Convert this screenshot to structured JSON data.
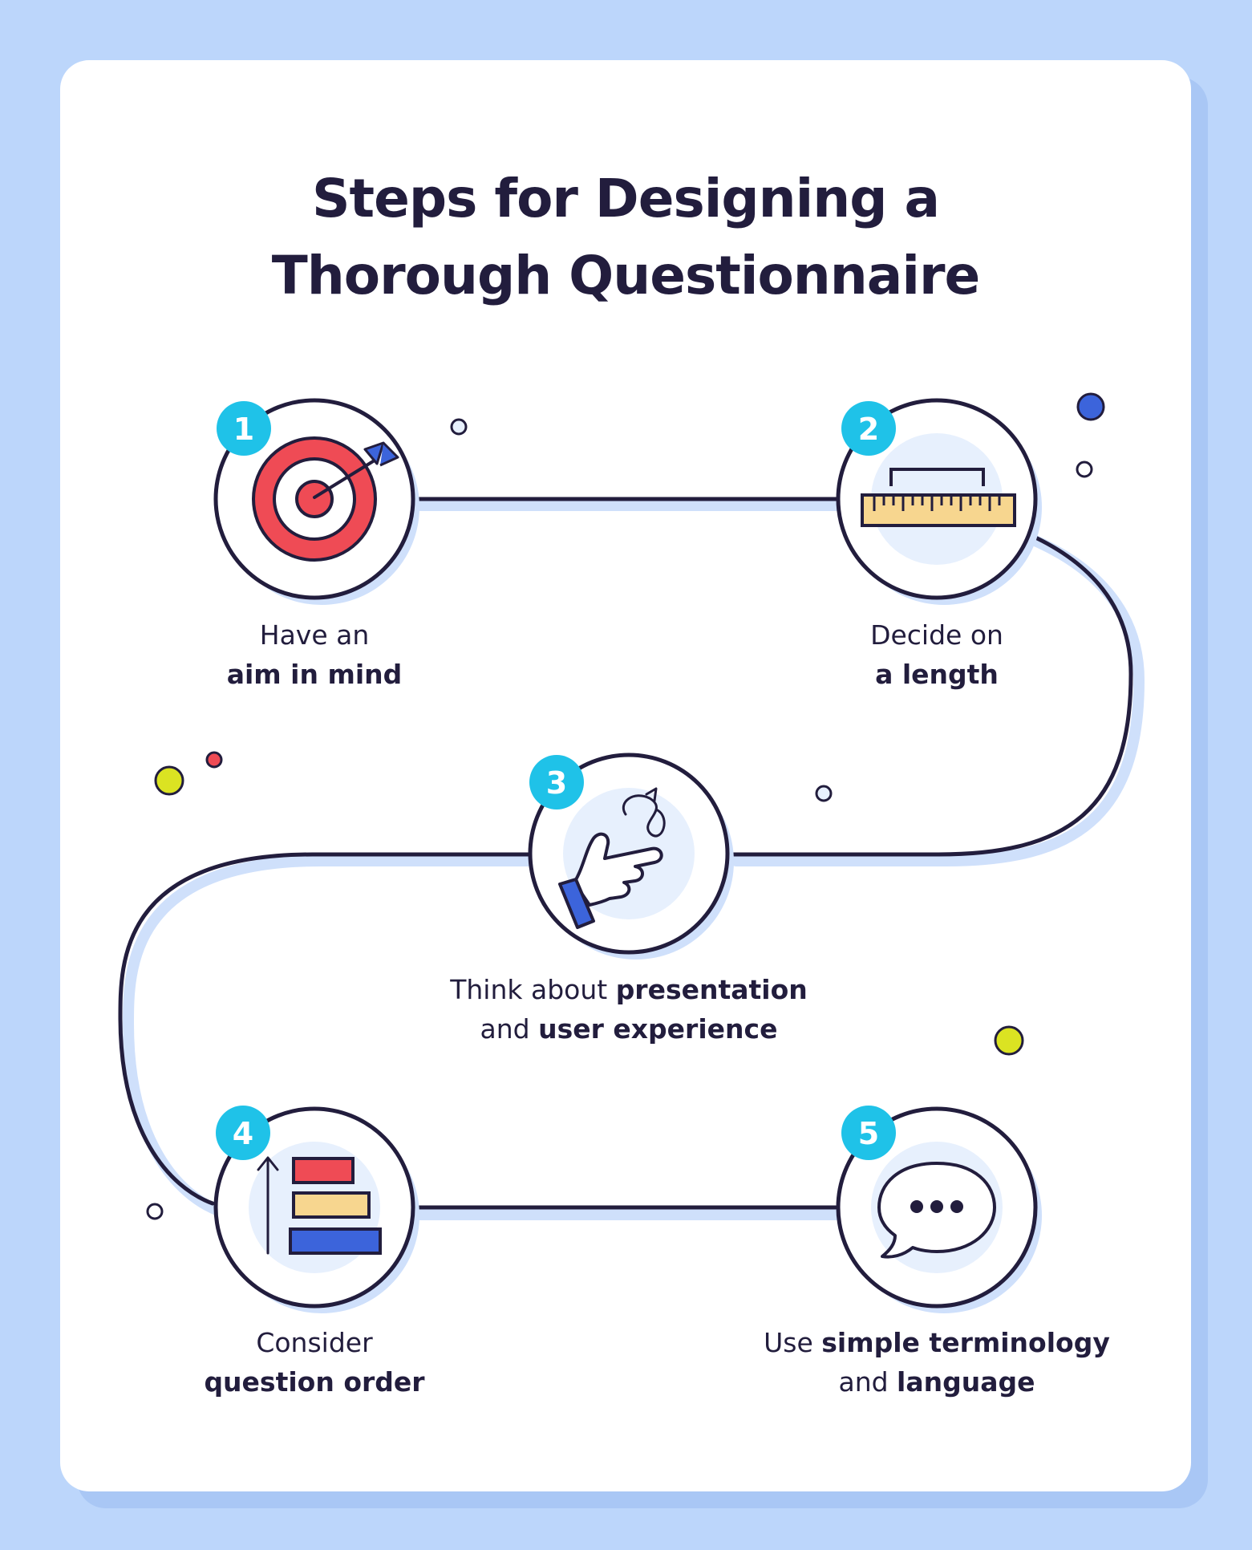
{
  "title": {
    "line1": "Steps for Designing a",
    "line2": "Thorough Questionnaire"
  },
  "steps": [
    {
      "number": "1",
      "icon": "target-icon",
      "line1_plain": "Have an",
      "line1_bold": "",
      "line2_plain": "",
      "line2_bold": "aim in mind"
    },
    {
      "number": "2",
      "icon": "ruler-icon",
      "line1_plain": "Decide on",
      "line1_bold": "",
      "line2_plain": "",
      "line2_bold": "a length"
    },
    {
      "number": "3",
      "icon": "pointing-hand-icon",
      "line1_plain": "Think about ",
      "line1_bold": "presentation",
      "line2_plain": "and ",
      "line2_bold": "user experience"
    },
    {
      "number": "4",
      "icon": "ordered-bars-icon",
      "line1_plain": "Consider",
      "line1_bold": "",
      "line2_plain": "",
      "line2_bold": "question order"
    },
    {
      "number": "5",
      "icon": "speech-bubble-icon",
      "line1_plain": "Use ",
      "line1_bold": "simple terminology",
      "line2_plain": "and ",
      "line2_bold": "language"
    }
  ],
  "colors": {
    "background": "#bcd6fb",
    "card": "#ffffff",
    "ink": "#221d3d",
    "badge": "#1fc2e8",
    "target_red": "#ef4b55",
    "ruler_yellow": "#f7d68f",
    "bar_blue": "#3c64db",
    "dot_lime": "#dbe322",
    "icon_halo": "#e7f0fd"
  }
}
